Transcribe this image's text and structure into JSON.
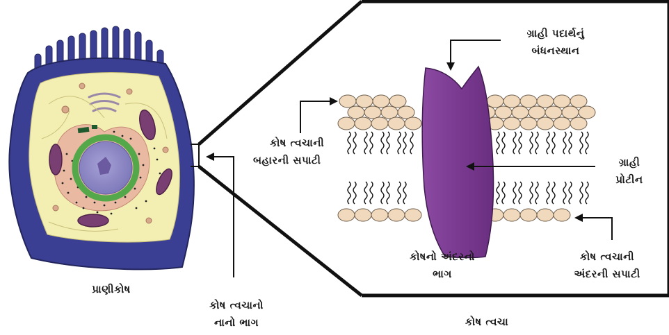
{
  "labels": {
    "animal_cell": "પ્રાણીકોષ",
    "membrane_part_line1": "કોષ ત્વચાનો",
    "membrane_part_line2": "નાનો ભાગ",
    "outer_surface_line1": "કોષ ત્વચાની",
    "outer_surface_line2": "બહારની સપાટી",
    "binding_site_line1": "ગ્રાહી પદાર્થનું",
    "binding_site_line2": "બંધનસ્થાન",
    "receptor_line1": "ગ્રાહી",
    "receptor_line2": "પ્રોટીન",
    "cell_interior_line1": "કોષનો અંદરનો",
    "cell_interior_line2": "ભાગ",
    "inner_surface_line1": "કોષ ત્વચાની",
    "inner_surface_line2": "અંદરની સપાટી",
    "cell_membrane": "કોષ ત્વચા"
  },
  "colors": {
    "cell_membrane_blue": "#3b3f94",
    "cytoplasm": "#f3efb3",
    "nucleus": "#8d88c4",
    "nuclear_ring": "#55a84a",
    "mitochondria": "#7a3f72",
    "lipid_head": "#f1d9bd",
    "receptor_protein": "#7f3f95",
    "lines": "#111111"
  }
}
